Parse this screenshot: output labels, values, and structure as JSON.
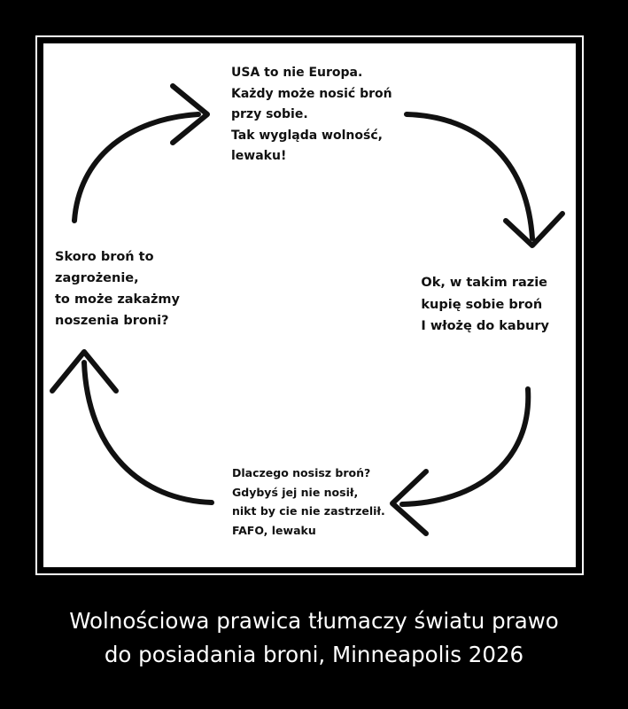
{
  "diagram": {
    "nodes": [
      {
        "id": "top",
        "lines": [
          "USA to nie Europa.",
          "Każdy może nosić broń",
          "przy sobie.",
          "Tak wygląda wolność,",
          "lewaku!"
        ]
      },
      {
        "id": "right",
        "lines": [
          "Ok, w takim razie",
          "kupię sobie broń",
          "I włożę do kabury"
        ]
      },
      {
        "id": "bottom",
        "lines": [
          "Dlaczego nosisz broń?",
          "Gdybyś jej nie nosił,",
          "nikt by cie nie zastrzelił.",
          "FAFO, lewaku"
        ]
      },
      {
        "id": "left",
        "lines": [
          "Skoro broń to",
          "zagrożenie,",
          "to może zakażmy",
          "noszenia broni?"
        ]
      }
    ],
    "edges": [
      {
        "from": "top",
        "to": "right"
      },
      {
        "from": "right",
        "to": "bottom"
      },
      {
        "from": "bottom",
        "to": "left"
      },
      {
        "from": "left",
        "to": "top"
      }
    ],
    "colors": {
      "background": "#000000",
      "panel": "#ffffff",
      "ink": "#111111",
      "caption": "#ffffff"
    }
  },
  "caption": {
    "lines": [
      "Wolnościowa prawica tłumaczy światu prawo",
      "do posiadania broni, Minneapolis 2026"
    ]
  }
}
